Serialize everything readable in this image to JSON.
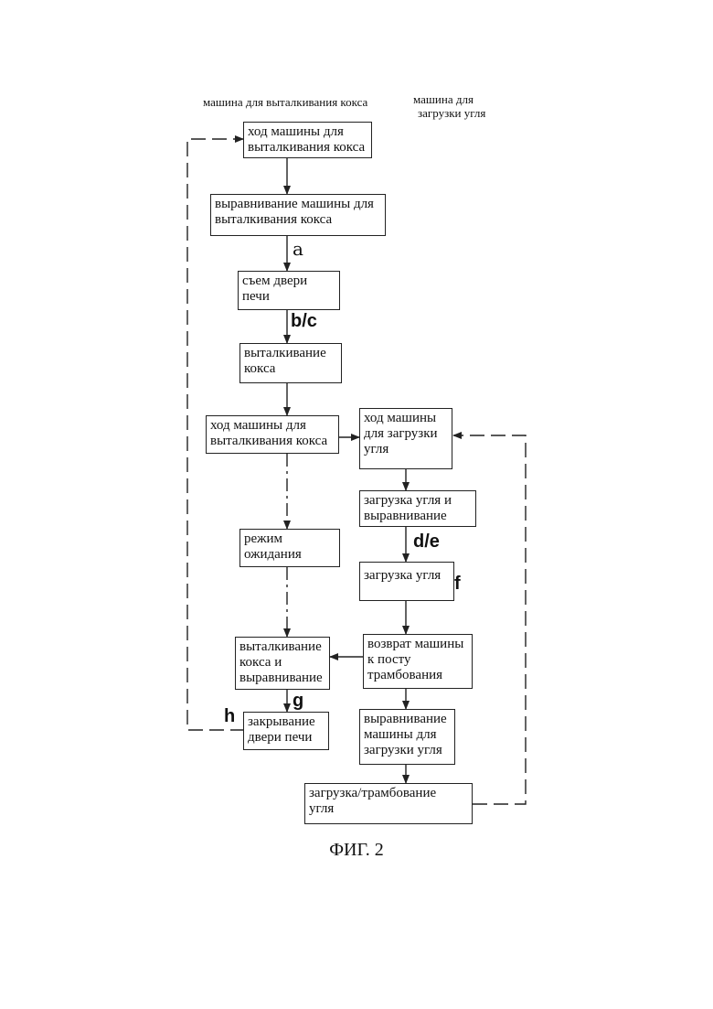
{
  "header": {
    "left": "машина для выталкивания кокса",
    "right_line1": "машина для",
    "right_line2": "загрузки угля"
  },
  "boxes": {
    "b1": [
      "ход машины для",
      "выталкивания кокса"
    ],
    "b2": [
      "выравнивание машины для",
      "выталкивания кокса"
    ],
    "b3": [
      "съем двери",
      "печи"
    ],
    "b4": [
      "выталкивание",
      "кокса"
    ],
    "b5": [
      "ход машины для",
      "выталкивания кокса"
    ],
    "b6": [
      "режим",
      "ожидания"
    ],
    "b7": [
      "выталкивание",
      "кокса и",
      "выравнивание"
    ],
    "b8": [
      "закрывание",
      "двери печи"
    ],
    "c1": [
      "ход машины",
      "для загрузки",
      "угля"
    ],
    "c2": [
      "загрузка угля и",
      "выравнивание"
    ],
    "c3": [
      "загрузка угля"
    ],
    "c4": [
      "возврат машины",
      "к посту",
      "трамбования"
    ],
    "c5": [
      "выравнивание",
      "машины для",
      "загрузки угля"
    ],
    "c6": [
      "загрузка/трамбование",
      "угля"
    ]
  },
  "labels": {
    "a": "a",
    "bc": "b/c",
    "de": "d/e",
    "f": "f",
    "g": "g",
    "h": "h"
  },
  "caption": "ФИГ. 2"
}
